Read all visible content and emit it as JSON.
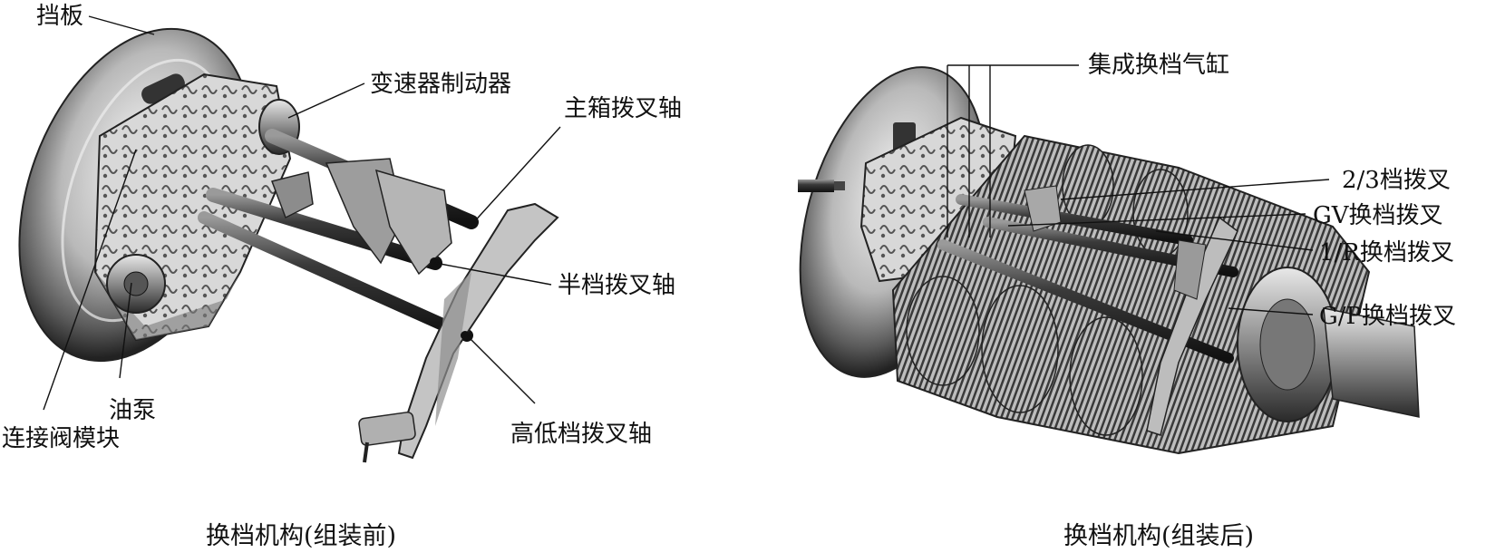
{
  "left_panel": {
    "caption": "换档机构(组装前)",
    "labels": {
      "baffle": "挡板",
      "brake": "变速器制动器",
      "main_fork_shaft": "主箱拨叉轴",
      "half_fork_shaft": "半档拨叉轴",
      "range_fork_shaft": "高低档拨叉轴",
      "oil_pump": "油泵",
      "valve_module": "连接阀模块"
    }
  },
  "right_panel": {
    "caption": "换档机构(组装后)",
    "labels": {
      "cylinder": "集成换档气缸",
      "fork_23": "2/3档拨叉",
      "fork_gv": "GV换档拨叉",
      "fork_1r": "1/R换档拨叉",
      "fork_gp": "G/P换档拨叉"
    }
  }
}
